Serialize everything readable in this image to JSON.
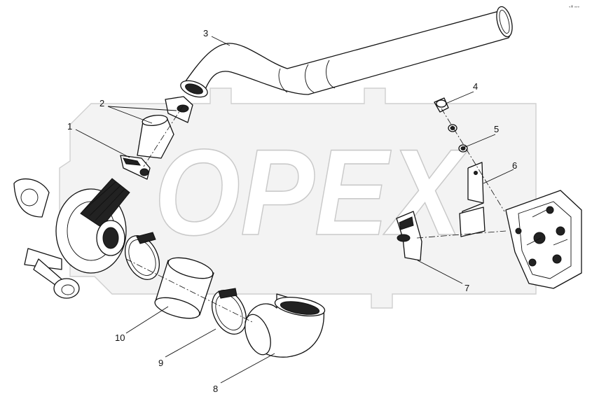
{
  "watermark": {
    "text": "OPEX"
  },
  "corner_mark": "«® »»»",
  "callouts": [
    {
      "id": "1",
      "label": "1"
    },
    {
      "id": "2",
      "label": "2"
    },
    {
      "id": "3",
      "label": "3"
    },
    {
      "id": "4",
      "label": "4"
    },
    {
      "id": "5",
      "label": "5"
    },
    {
      "id": "6",
      "label": "6"
    },
    {
      "id": "7",
      "label": "7"
    },
    {
      "id": "8",
      "label": "8"
    },
    {
      "id": "9",
      "label": "9"
    },
    {
      "id": "10",
      "label": "10"
    }
  ]
}
